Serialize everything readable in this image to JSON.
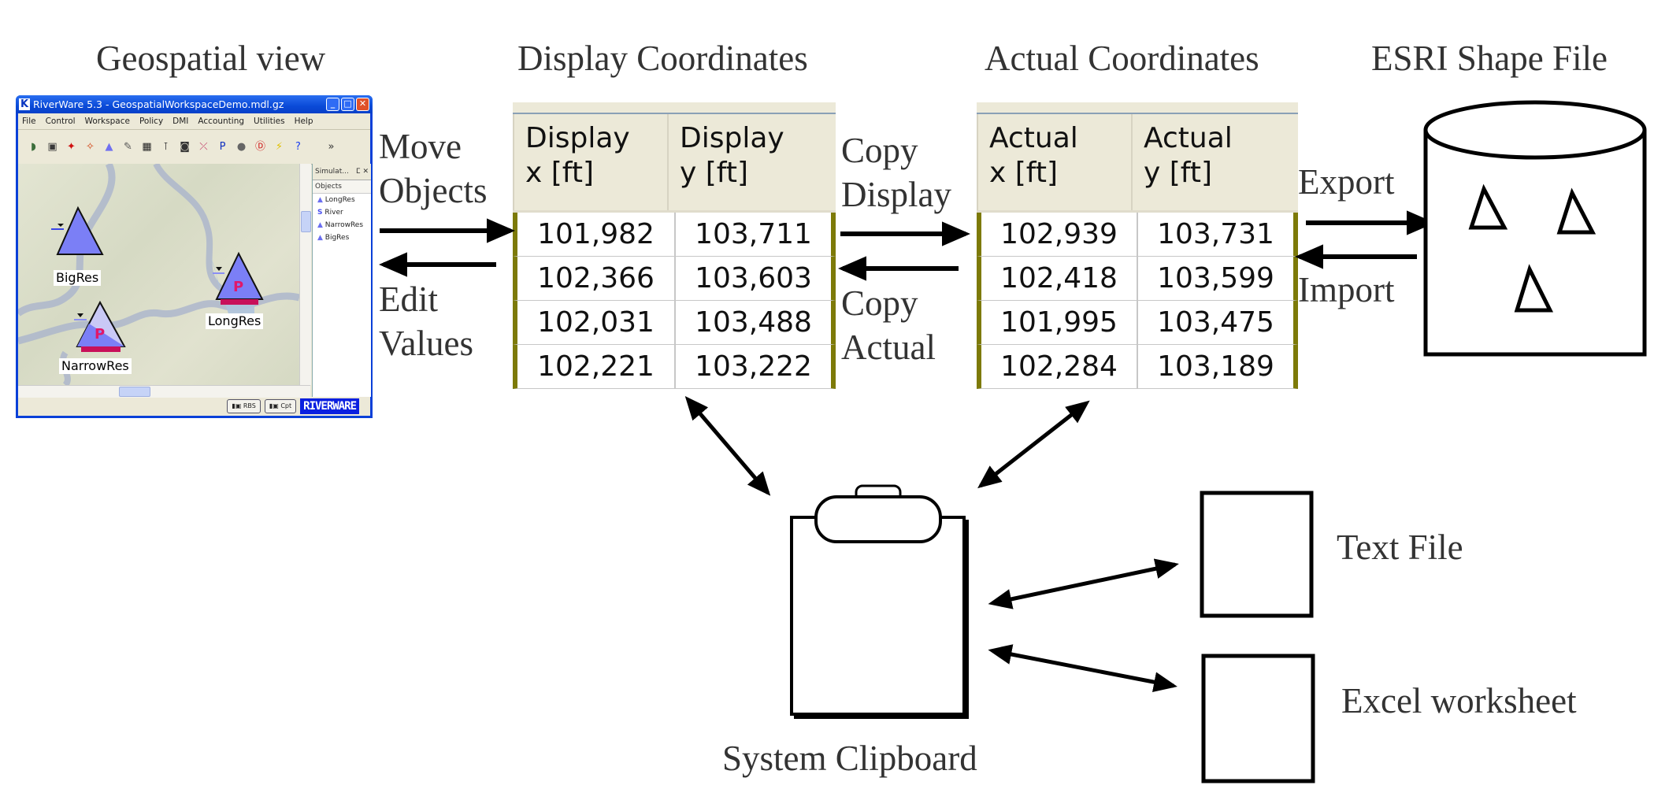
{
  "headings": {
    "geospatial": "Geospatial view",
    "display": "Display Coordinates",
    "actual": "Actual Coordinates",
    "esri": "ESRI Shape File"
  },
  "window": {
    "title": "RiverWare 5.3 - GeospatialWorkspaceDemo.mdl.gz",
    "logo_glyph": "K",
    "controls": {
      "minimize": "_",
      "maximize": "□",
      "close": "✕"
    },
    "menu": [
      "File",
      "Control",
      "Workspace",
      "Policy",
      "DMI",
      "Accounting",
      "Utilities",
      "Help"
    ],
    "toolbar_icons": [
      {
        "name": "open-icon",
        "glyph": "◗",
        "color": "#3c6e3c"
      },
      {
        "name": "save-icon",
        "glyph": "▣",
        "color": "#3a3a3a"
      },
      {
        "name": "run-icon",
        "glyph": "✦",
        "color": "#d01010"
      },
      {
        "name": "multi-run-icon",
        "glyph": "✧",
        "color": "#d04010"
      },
      {
        "name": "object-icon",
        "glyph": "▲",
        "color": "#7070f0"
      },
      {
        "name": "link-icon",
        "glyph": "✎",
        "color": "#555"
      },
      {
        "name": "grid-icon",
        "glyph": "▦",
        "color": "#222"
      },
      {
        "name": "units-icon",
        "glyph": "⊺",
        "color": "#333"
      },
      {
        "name": "snapshot-icon",
        "glyph": "◙",
        "color": "#333"
      },
      {
        "name": "plot-icon",
        "glyph": "⤫",
        "color": "#c03060"
      },
      {
        "name": "policy-plot-icon",
        "glyph": "P",
        "color": "#1030c0"
      },
      {
        "name": "database-icon",
        "glyph": "●",
        "color": "#666"
      },
      {
        "name": "dmi-icon",
        "glyph": "Ⓓ",
        "color": "#d02020"
      },
      {
        "name": "lightning-icon",
        "glyph": "⚡",
        "color": "#e0c000"
      },
      {
        "name": "help-icon",
        "glyph": "?",
        "color": "#1a3ef0"
      }
    ],
    "toolbar_overflow": "»",
    "objects": [
      {
        "name": "BigRes",
        "plant": false
      },
      {
        "name": "LongRes",
        "plant": true
      },
      {
        "name": "NarrowRes",
        "plant": true
      }
    ],
    "panel": {
      "title": "Simulat...",
      "pin": "ⵎ",
      "close": "✕",
      "section": "Objects",
      "items": [
        "LongRes",
        "River",
        "NarrowRes",
        "BigRes"
      ]
    },
    "status_buttons": [
      "RBS",
      "Cpt"
    ],
    "brand": "RIVERWARE"
  },
  "display_table": {
    "headers": [
      [
        "Display",
        "x [ft]"
      ],
      [
        "Display",
        "y [ft]"
      ]
    ],
    "rows": [
      [
        "101,982",
        "103,711"
      ],
      [
        "102,366",
        "103,603"
      ],
      [
        "102,031",
        "103,488"
      ],
      [
        "102,221",
        "103,222"
      ]
    ]
  },
  "actual_table": {
    "headers": [
      [
        "Actual",
        "x [ft]"
      ],
      [
        "Actual",
        "y [ft]"
      ]
    ],
    "rows": [
      [
        "102,939",
        "103,731"
      ],
      [
        "102,418",
        "103,599"
      ],
      [
        "101,995",
        "103,475"
      ],
      [
        "102,284",
        "103,189"
      ]
    ]
  },
  "labels": {
    "move_objects": [
      "Move",
      "Objects"
    ],
    "edit_values": [
      "Edit",
      "Values"
    ],
    "copy_display": [
      "Copy",
      "Display"
    ],
    "copy_actual": [
      "Copy",
      "Actual"
    ],
    "export": "Export",
    "import": "Import",
    "clipboard": "System Clipboard",
    "text_file": "Text File",
    "excel": "Excel worksheet"
  }
}
